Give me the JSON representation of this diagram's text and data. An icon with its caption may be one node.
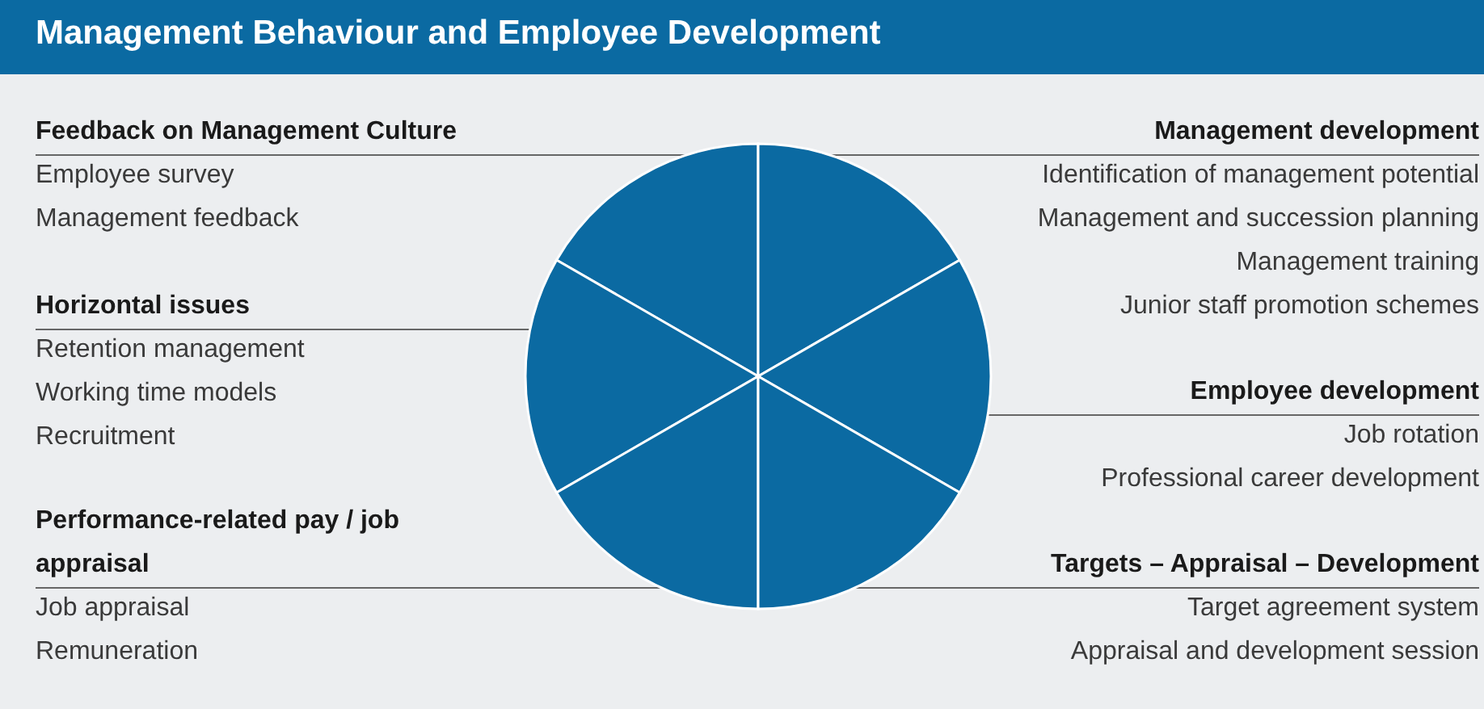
{
  "diagram": {
    "title": "Management Behaviour and Employee Development",
    "nodes": [
      {
        "text": [
          "Feedback on Management Culture",
          "Employee survey",
          "Management feedback"
        ]
      },
      {
        "text": [
          "Management development",
          "Identification of management potential",
          "Management and succession planning",
          "Management training",
          "Junior staff promotion schemes"
        ]
      },
      {
        "text": [
          "Horizontal issues",
          "Retention management",
          "Working time models",
          "Recruitment"
        ]
      },
      {
        "text": [
          "Employee development",
          "Job rotation",
          "Professional career development"
        ]
      },
      {
        "text": [
          "Performance-related pay / job appraisal",
          "Job appraisal",
          "Remuneration"
        ]
      },
      {
        "text": [
          "Targets – Appraisal – Development",
          "Target agreement system",
          "Appraisal and development session"
        ]
      },
      {
        "text": [],
        "shape": "wedge"
      },
      {
        "text": [],
        "shape": "wedge"
      },
      {
        "text": [],
        "shape": "wedge"
      },
      {
        "text": [],
        "shape": "wedge"
      },
      {
        "text": [],
        "shape": "wedge"
      },
      {
        "text": [],
        "shape": "wedge"
      }
    ],
    "edges": [
      {
        "from": 0,
        "to": 6,
        "arrow": "none"
      },
      {
        "from": 1,
        "to": 7,
        "arrow": "none"
      },
      {
        "from": 2,
        "to": 8,
        "arrow": "none"
      },
      {
        "from": 3,
        "to": 9,
        "arrow": "none"
      },
      {
        "from": 4,
        "to": 10,
        "arrow": "none"
      },
      {
        "from": 5,
        "to": 11,
        "arrow": "none"
      }
    ]
  }
}
